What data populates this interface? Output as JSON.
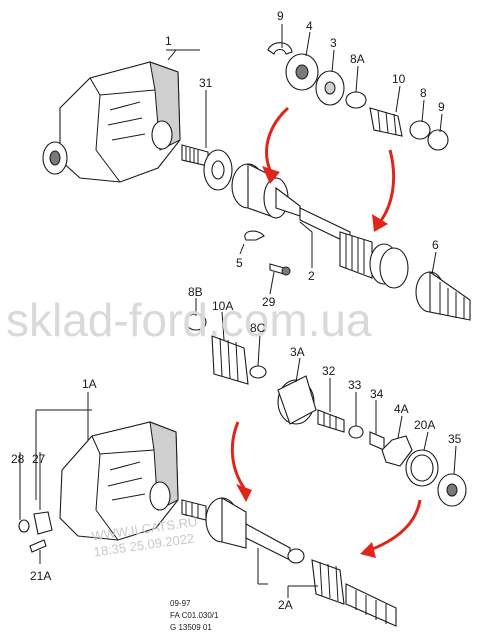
{
  "callouts": {
    "c9a": "9",
    "c4": "4",
    "c3": "3",
    "c8A": "8A",
    "c10": "10",
    "c8": "8",
    "c9b": "9",
    "c1": "1",
    "c31": "31",
    "c6": "6",
    "c5": "5",
    "c2": "2",
    "c29": "29",
    "c8B": "8B",
    "c10A": "10A",
    "c8C": "8C",
    "c3A": "3A",
    "c32": "32",
    "c33": "33",
    "c34": "34",
    "c4A": "4A",
    "c20A": "20A",
    "c35": "35",
    "c1A": "1A",
    "c28": "28",
    "c27": "27",
    "c21A": "21A",
    "c2A": "2A"
  },
  "watermark": {
    "main": "sklad-ford.com.ua",
    "site": "WWW.ILCATS.RU",
    "datetime": "18:35 25.09.2022"
  },
  "footer": {
    "date": "09-97",
    "ref": "FA C01.030/1",
    "code": "G 13509 01"
  },
  "colors": {
    "arrow": "#e0261b",
    "ink": "#1a1a1a"
  }
}
